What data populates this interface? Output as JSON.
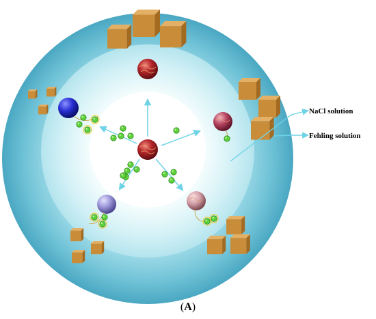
{
  "labels": {
    "nacl": "NaCl solution",
    "fehling": "Fehling solution"
  },
  "caption": {
    "open": "(",
    "letter": "A",
    "close": ")"
  },
  "colors": {
    "outer_ring": "#5fb8cf",
    "middle_ring": "#c5edf3",
    "core": "#ffffff",
    "arrow": "#6fd3e6",
    "cube_front": "#c98d3a",
    "cube_top": "#deaa5c",
    "cube_side": "#a86f25",
    "dot": "#5ccc3a"
  },
  "icons": [
    "red-sphere-icon",
    "blue-sphere-icon",
    "lavender-sphere-icon",
    "pink-sphere-icon",
    "crimson-sphere-icon",
    "copper-cube-icon",
    "green-dot-icon"
  ]
}
